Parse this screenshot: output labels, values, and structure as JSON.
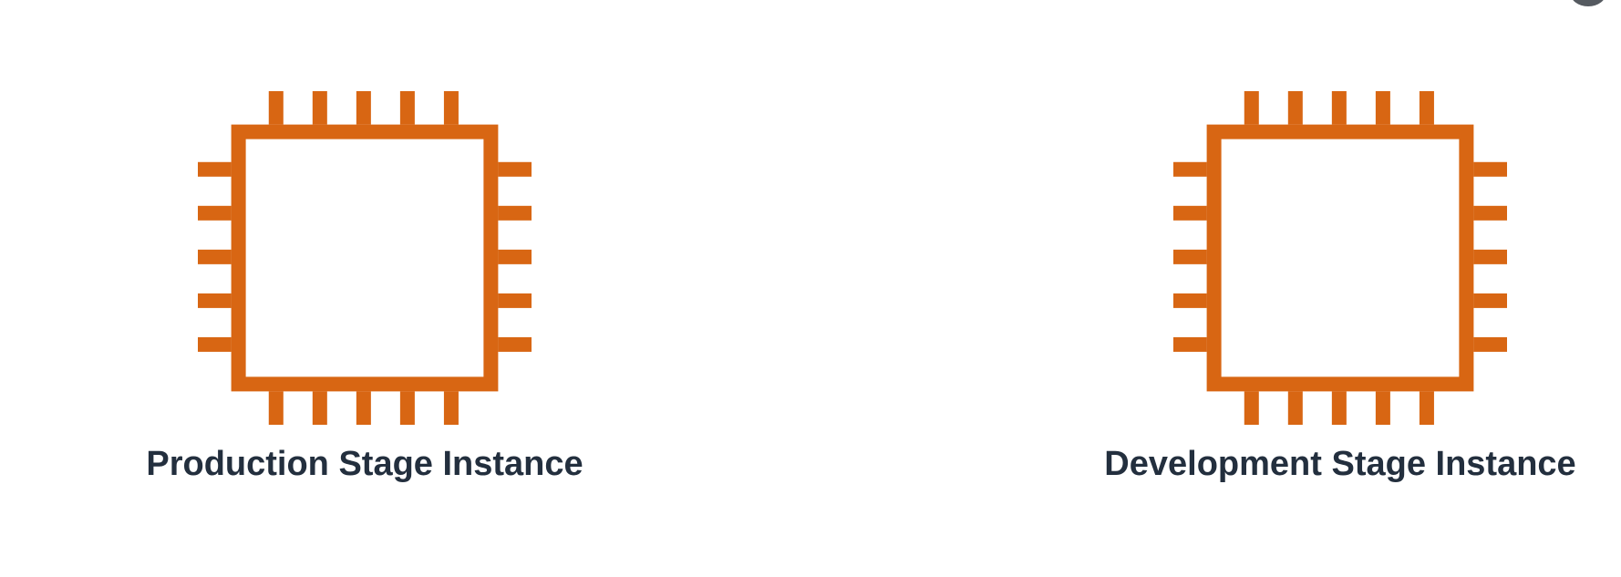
{
  "colors": {
    "icon": "#D86613",
    "label": "#232F3E",
    "background": "#FFFFFF",
    "corner_control": "#555A60"
  },
  "nodes": [
    {
      "id": "production",
      "icon": "instance-chip-icon",
      "label": "Production Stage Instance"
    },
    {
      "id": "development",
      "icon": "instance-chip-icon",
      "label": "Development Stage Instance"
    }
  ]
}
